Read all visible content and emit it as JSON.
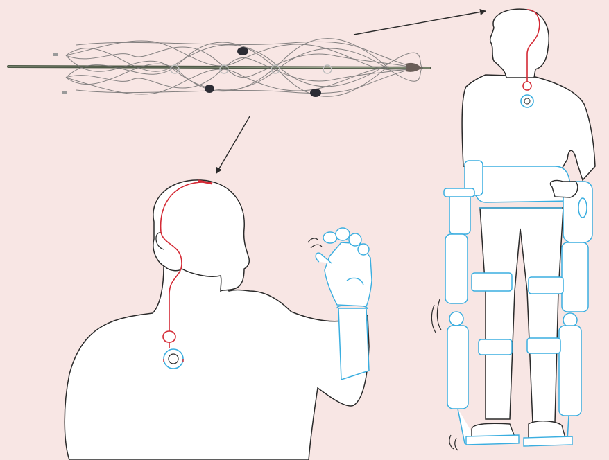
{
  "figure": {
    "background_color": "#f8e6e4",
    "body_outline_color": "#2a2a2a",
    "body_fill_color": "#ffffff",
    "implant_wire_color": "#d42a35",
    "prosthetic_color": "#3aaee0",
    "stent_color": "#6f6f6f",
    "elements": [
      "stentrode-electrode-array",
      "arrow-to-exoskeleton-user",
      "arrow-to-prosthetic-arm-user",
      "seated-person-with-prosthetic-arm",
      "standing-person-in-exoskeleton"
    ]
  }
}
